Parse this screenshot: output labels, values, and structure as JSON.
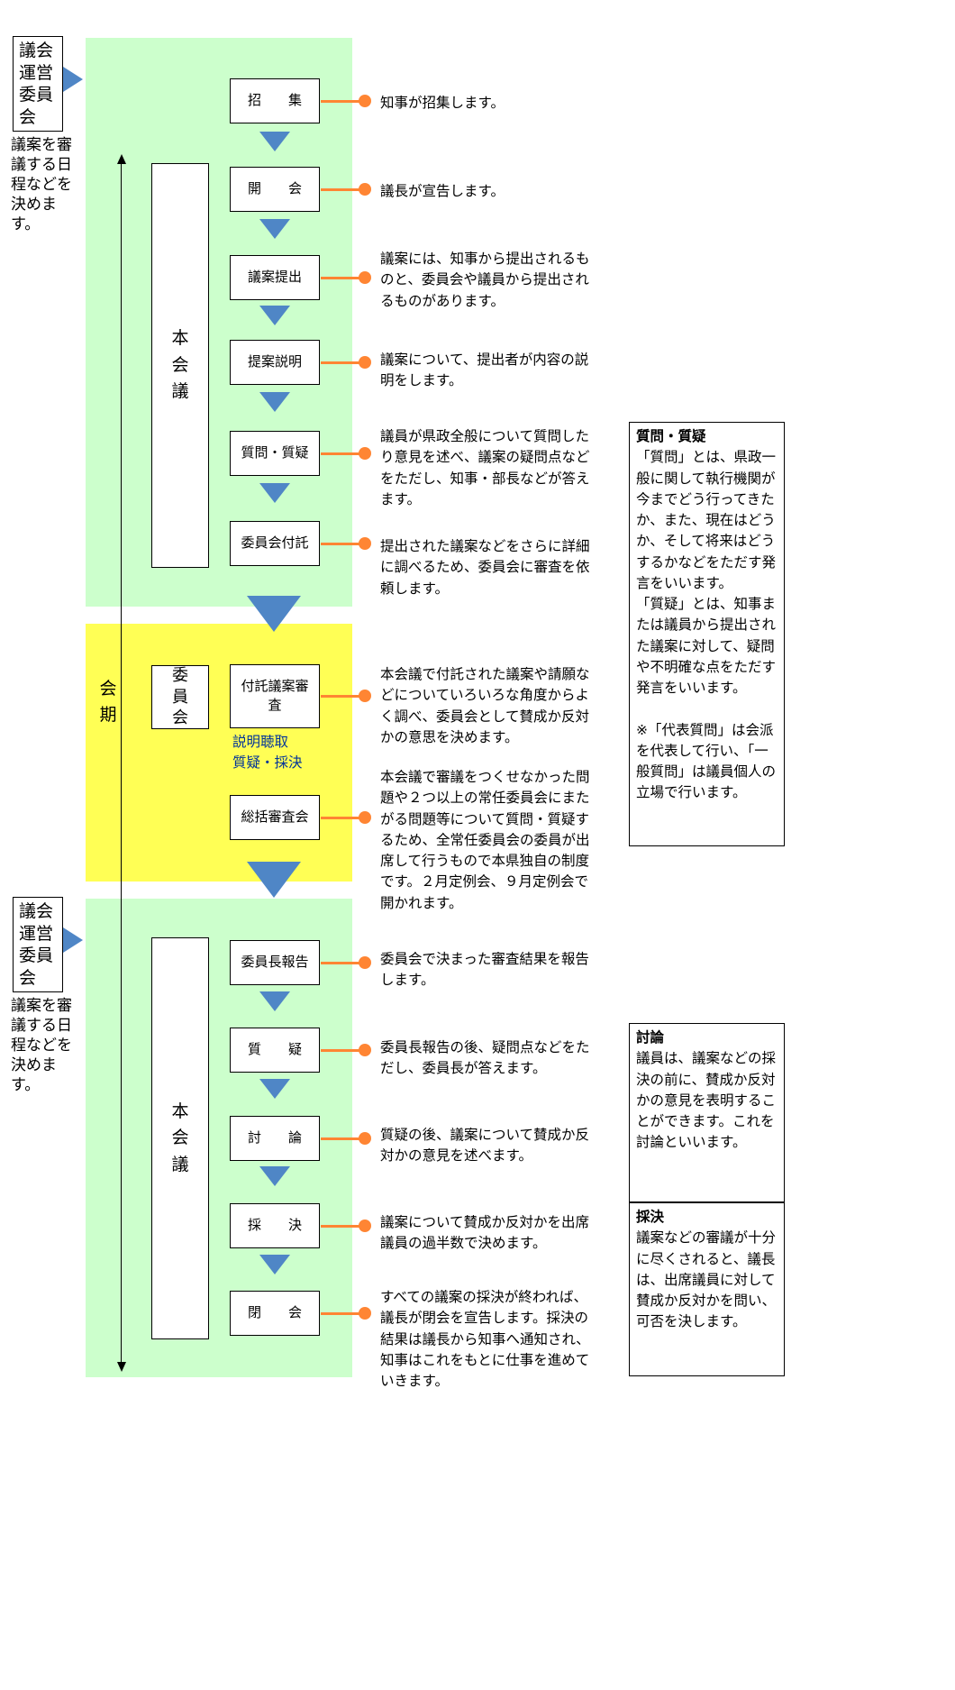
{
  "palette": {
    "green": "#ccffcc",
    "yellow": "#ffff55",
    "blue": "#4f86c6",
    "orange": "#ff8533"
  },
  "steering": {
    "title": "議会運営委員会",
    "note": "議案を審議する日程などを決めます。"
  },
  "session_arrow_label": "会期",
  "section1": {
    "plenary_label": "本会議",
    "steps": [
      {
        "label": "招　　集",
        "annotation": "知事が招集します。"
      },
      {
        "label": "開　　会",
        "annotation": "議長が宣告します。"
      },
      {
        "label": "議案提出",
        "annotation": "議案には、知事から提出されるものと、委員会や議員から提出されるものがあります。"
      },
      {
        "label": "提案説明",
        "annotation": "議案について、提出者が内容の説明をします。"
      },
      {
        "label": "質問・質疑",
        "annotation": "議員が県政全般について質問したり意見を述べ、議案の疑問点などをただし、知事・部長などが答えます。"
      },
      {
        "label": "委員会付託",
        "annotation": "提出された議案などをさらに詳細に調べるため、委員会に審査を依頼します。"
      }
    ]
  },
  "section2": {
    "committee_label": "委員会",
    "steps": [
      {
        "label": "付託議案審査",
        "subnote": "説明聴取\n質疑・採決",
        "annotation": "本会議で付託された議案や請願などについていろいろな角度からよく調べ、委員会として賛成か反対かの意思を決めます。"
      },
      {
        "label": "総括審査会",
        "annotation": "本会議で審議をつくせなかった問題や２つ以上の常任委員会にまたがる問題等について質問・質疑するため、全常任委員会の委員が出席して行うもので本県独自の制度です。２月定例会、９月定例会で開かれます。"
      }
    ]
  },
  "section3": {
    "plenary_label": "本会議",
    "steps": [
      {
        "label": "委員長報告",
        "annotation": "委員会で決まった審査結果を報告します。"
      },
      {
        "label": "質　　疑",
        "annotation": "委員長報告の後、疑問点などをただし、委員長が答えます。"
      },
      {
        "label": "討　　論",
        "annotation": "質疑の後、議案について賛成か反対かの意見を述べます。"
      },
      {
        "label": "採　　決",
        "annotation": "議案について賛成か反対かを出席議員の過半数で決めます。"
      },
      {
        "label": "閉　　会",
        "annotation": "すべての議案の採決が終われば、議長が閉会を宣告します。採決の結果は議長から知事へ通知され、知事はこれをもとに仕事を進めていきます。"
      }
    ]
  },
  "sidebars": {
    "question": {
      "title": "質問・質疑",
      "body": "「質問」とは、県政一般に関して執行機関が今までどう行ってきたか、また、現在はどうか、そして将来はどうするかなどをただす発言をいいます。\n「質疑」とは、知事または議員から提出された議案に対して、疑問や不明確な点をただす発言をいいます。\n\n※「代表質問」は会派を代表して行い、「一般質問」は議員個人の立場で行います。"
    },
    "debate": {
      "title": "討論",
      "body": "議員は、議案などの採決の前に、賛成か反対かの意見を表明することができます。これを討論といいます。"
    },
    "vote": {
      "title": "採決",
      "body": "議案などの審議が十分に尽くされると、議長は、出席議員に対して賛成か反対かを問い、可否を決します。"
    }
  }
}
